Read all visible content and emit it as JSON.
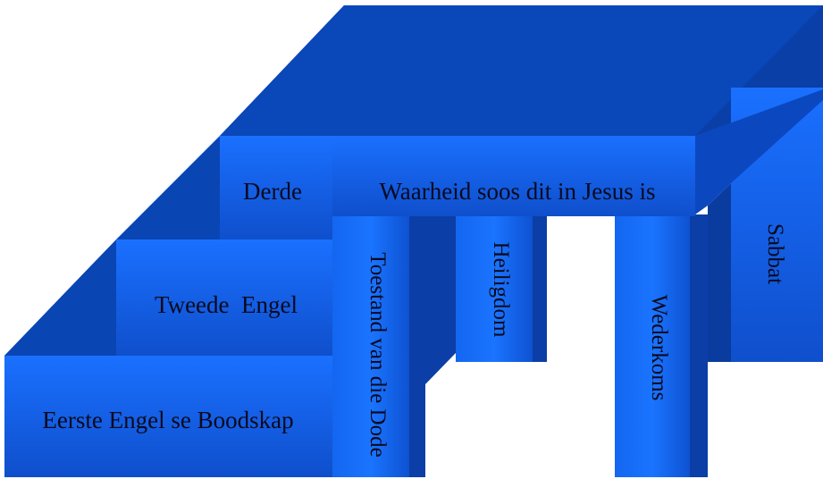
{
  "colors": {
    "dark_top": "#0a45b4",
    "face": "#1460e6",
    "face_light": "#1a72ff",
    "side_dark": "#0837a0",
    "text": "#0a0a1e"
  },
  "labels": {
    "first_angel": "Eerste Engel se Boodskap",
    "second_angel": "Tweede  Engel",
    "third": "Derde",
    "truth_in_jesus": "Waarheid soos dit in Jesus is",
    "state_of_dead": "Toestand van die Dode",
    "sanctuary": "Heiligdom",
    "second_coming": "Wederkoms",
    "sabbath": "Sabbat"
  }
}
